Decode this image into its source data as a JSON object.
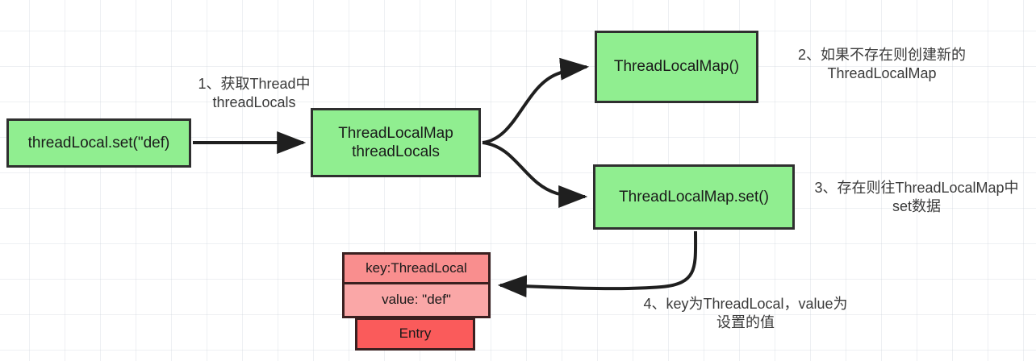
{
  "diagram": {
    "title": "ThreadLocal set flow",
    "colors": {
      "green_fill": "#90ee90",
      "pink_fill": "#f98e8e",
      "pink_light_fill": "#faa7a7",
      "red_fill": "#fa5b5b",
      "border": "#2f2f2f",
      "text": "#1a1a1a",
      "label_text": "#3a3a3a",
      "grid": "#c8cdd7",
      "background": "#ffffff"
    },
    "nodes": {
      "threadlocal_set": "threadLocal.set(\"def)",
      "threadlocals_line1": "ThreadLocalMap",
      "threadlocals_line2": "threadLocals",
      "threadlocalmap_ctor": "ThreadLocalMap()",
      "threadlocalmap_set": "ThreadLocalMap.set()",
      "entry_key": "key:ThreadLocal",
      "entry_value": "value: \"def\"",
      "entry_title": "Entry"
    },
    "labels": {
      "step1": "1、获取Thread中\nthreadLocals",
      "step2": "2、如果不存在则创建新的\nThreadLocalMap",
      "step3": "3、存在则往ThreadLocalMap中\nset数据",
      "step4": "4、key为ThreadLocal，value为\n设置的值"
    },
    "edges": [
      {
        "name": "set-to-threadlocals",
        "from": "threadlocal_set",
        "to": "threadlocals_line1",
        "style": "straight-arrow"
      },
      {
        "name": "threadlocals-to-ctor",
        "from": "threadlocals_line1",
        "to": "threadlocalmap_ctor",
        "style": "curve-arrow"
      },
      {
        "name": "threadlocals-to-set",
        "from": "threadlocals_line1",
        "to": "threadlocalmap_set",
        "style": "curve-arrow"
      },
      {
        "name": "set-to-entry",
        "from": "threadlocalmap_set",
        "to": "entry_key",
        "style": "curve-arrow"
      }
    ]
  }
}
